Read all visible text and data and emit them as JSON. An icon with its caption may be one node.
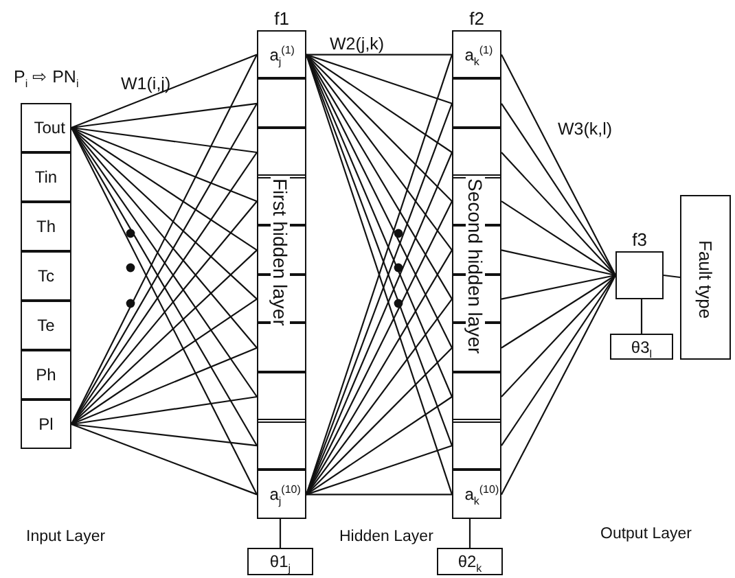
{
  "diagram": {
    "nodes": [
      {
        "text": [
          "Tout"
        ]
      },
      {
        "text": [
          "Tin"
        ]
      },
      {
        "text": [
          "Th"
        ]
      },
      {
        "text": [
          "Tc"
        ]
      },
      {
        "text": [
          "Te"
        ]
      },
      {
        "text": [
          "Ph"
        ]
      },
      {
        "text": [
          "Pl"
        ]
      },
      {
        "text": [
          "f1"
        ]
      },
      {
        "text": [
          "a$_{j}$$^{(1)}$"
        ],
        "in": 7
      },
      {
        "text": [],
        "shape": "box",
        "in": 7
      },
      {
        "text": [],
        "shape": "box",
        "in": 7
      },
      {
        "text": [],
        "shape": "box",
        "in": 7
      },
      {
        "text": [],
        "shape": "box",
        "in": 7
      },
      {
        "text": [],
        "shape": "box",
        "in": 7
      },
      {
        "text": [],
        "shape": "box",
        "in": 7
      },
      {
        "text": [],
        "shape": "box",
        "in": 7
      },
      {
        "text": [],
        "shape": "box",
        "in": 7
      },
      {
        "text": [
          "a$_{j}$$^{(10)}$"
        ],
        "in": 7
      },
      {
        "text": [
          "f2"
        ]
      },
      {
        "text": [
          "a$_{k}$$^{(1)}$"
        ],
        "in": 18
      },
      {
        "text": [],
        "shape": "box",
        "in": 18
      },
      {
        "text": [],
        "shape": "box",
        "in": 18
      },
      {
        "text": [],
        "shape": "box",
        "in": 18
      },
      {
        "text": [],
        "shape": "box",
        "in": 18
      },
      {
        "text": [],
        "shape": "box",
        "in": 18
      },
      {
        "text": [],
        "shape": "box",
        "in": 18
      },
      {
        "text": [],
        "shape": "box",
        "in": 18
      },
      {
        "text": [],
        "shape": "box",
        "in": 18
      },
      {
        "text": [
          "a$_{k}$$^{(10)}$"
        ],
        "in": 18
      },
      {
        "text": [
          "f3"
        ]
      },
      {
        "text": [
          "θ3$_{l}$"
        ]
      },
      {
        "text": [
          "Fault type"
        ]
      },
      {
        "text": [
          "θ1$_{j}$"
        ]
      },
      {
        "text": [
          "θ2$_{k}$"
        ]
      }
    ],
    "edges": [
      {
        "from": 0,
        "to": 8,
        "arrow": "none"
      },
      {
        "from": 0,
        "to": 9,
        "arrow": "none"
      },
      {
        "from": 0,
        "to": 10,
        "arrow": "none"
      },
      {
        "from": 0,
        "to": 11,
        "arrow": "none"
      },
      {
        "from": 0,
        "to": 12,
        "arrow": "none"
      },
      {
        "from": 0,
        "to": 13,
        "arrow": "none"
      },
      {
        "from": 0,
        "to": 14,
        "arrow": "none"
      },
      {
        "from": 0,
        "to": 15,
        "arrow": "none"
      },
      {
        "from": 0,
        "to": 16,
        "arrow": "none"
      },
      {
        "from": 0,
        "to": 17,
        "arrow": "none"
      },
      {
        "from": 6,
        "to": 8,
        "arrow": "none"
      },
      {
        "from": 6,
        "to": 9,
        "arrow": "none"
      },
      {
        "from": 6,
        "to": 10,
        "arrow": "none"
      },
      {
        "from": 6,
        "to": 11,
        "arrow": "none"
      },
      {
        "from": 6,
        "to": 12,
        "arrow": "none"
      },
      {
        "from": 6,
        "to": 13,
        "arrow": "none"
      },
      {
        "from": 6,
        "to": 14,
        "arrow": "none"
      },
      {
        "from": 6,
        "to": 15,
        "arrow": "none"
      },
      {
        "from": 6,
        "to": 16,
        "arrow": "none"
      },
      {
        "from": 6,
        "to": 17,
        "arrow": "none"
      },
      {
        "from": 8,
        "to": 19,
        "arrow": "none"
      },
      {
        "from": 8,
        "to": 20,
        "arrow": "none"
      },
      {
        "from": 8,
        "to": 21,
        "arrow": "none"
      },
      {
        "from": 8,
        "to": 22,
        "arrow": "none"
      },
      {
        "from": 8,
        "to": 23,
        "arrow": "none"
      },
      {
        "from": 8,
        "to": 24,
        "arrow": "none"
      },
      {
        "from": 8,
        "to": 25,
        "arrow": "none"
      },
      {
        "from": 8,
        "to": 26,
        "arrow": "none"
      },
      {
        "from": 8,
        "to": 27,
        "arrow": "none"
      },
      {
        "from": 8,
        "to": 28,
        "arrow": "none"
      },
      {
        "from": 17,
        "to": 19,
        "arrow": "none"
      },
      {
        "from": 17,
        "to": 20,
        "arrow": "none"
      },
      {
        "from": 17,
        "to": 21,
        "arrow": "none"
      },
      {
        "from": 17,
        "to": 22,
        "arrow": "none"
      },
      {
        "from": 17,
        "to": 23,
        "arrow": "none"
      },
      {
        "from": 17,
        "to": 24,
        "arrow": "none"
      },
      {
        "from": 17,
        "to": 25,
        "arrow": "none"
      },
      {
        "from": 17,
        "to": 26,
        "arrow": "none"
      },
      {
        "from": 17,
        "to": 27,
        "arrow": "none"
      },
      {
        "from": 17,
        "to": 28,
        "arrow": "none"
      },
      {
        "from": 19,
        "to": 29,
        "arrow": "none"
      },
      {
        "from": 20,
        "to": 29,
        "arrow": "none"
      },
      {
        "from": 21,
        "to": 29,
        "arrow": "none"
      },
      {
        "from": 22,
        "to": 29,
        "arrow": "none"
      },
      {
        "from": 23,
        "to": 29,
        "arrow": "none"
      },
      {
        "from": 24,
        "to": 29,
        "arrow": "none"
      },
      {
        "from": 25,
        "to": 29,
        "arrow": "none"
      },
      {
        "from": 26,
        "to": 29,
        "arrow": "none"
      },
      {
        "from": 27,
        "to": 29,
        "arrow": "none"
      },
      {
        "from": 28,
        "to": 29,
        "arrow": "none"
      },
      {
        "from": 29,
        "to": 31,
        "arrow": "none"
      },
      {
        "from": 29,
        "to": 30,
        "arrow": "none"
      },
      {
        "from": 17,
        "to": 32,
        "arrow": "none"
      },
      {
        "from": 28,
        "to": 33,
        "arrow": "none"
      }
    ],
    "labels": [
      "P$_{i}$ ⇨ PN$_{i}$",
      "W1(i,j)",
      "W2(j,k)",
      "First hidden layer",
      "Second hidden layer",
      "W3(k,l)",
      "Input Layer",
      "Hidden Layer",
      "Output Layer"
    ]
  }
}
